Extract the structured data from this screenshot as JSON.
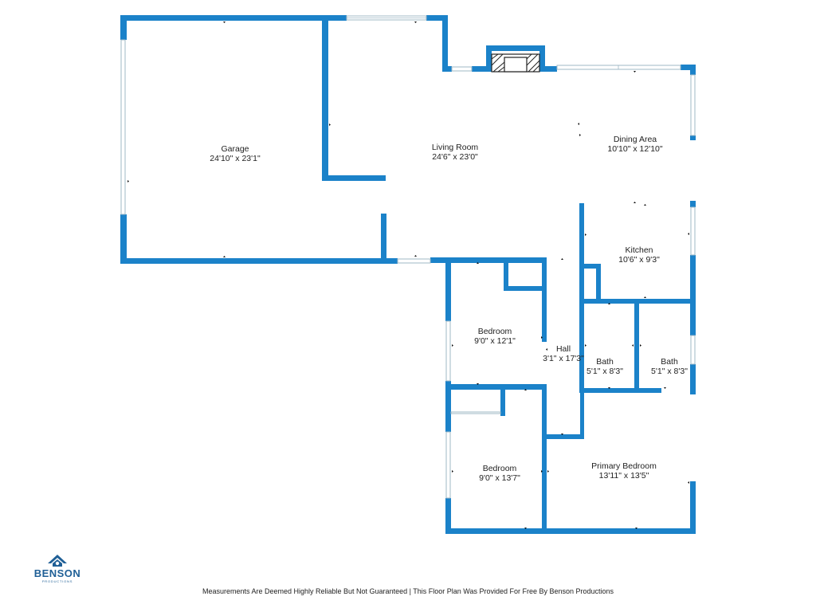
{
  "colors": {
    "wall": "#1b82c9",
    "window": "#9fb8c6",
    "text": "#222222",
    "brand": "#1f5f96"
  },
  "rooms": {
    "garage": {
      "name": "Garage",
      "dims": "24'10\" x 23'1\""
    },
    "living": {
      "name": "Living Room",
      "dims": "24'6\" x 23'0\""
    },
    "dining": {
      "name": "Dining Area",
      "dims": "10'10\" x 12'10\""
    },
    "kitchen": {
      "name": "Kitchen",
      "dims": "10'6\" x 9'3\""
    },
    "bedroom1": {
      "name": "Bedroom",
      "dims": "9'0\" x 12'1\""
    },
    "hall": {
      "name": "Hall",
      "dims": "3'1\" x 17'3\""
    },
    "bath1": {
      "name": "Bath",
      "dims": "5'1\" x 8'3\""
    },
    "bath2": {
      "name": "Bath",
      "dims": "5'1\" x 8'3\""
    },
    "bedroom2": {
      "name": "Bedroom",
      "dims": "9'0\" x 13'7\""
    },
    "primary": {
      "name": "Primary Bedroom",
      "dims": "13'11\" x 13'5\""
    }
  },
  "logo": {
    "name": "BENSON",
    "tagline": "PRODUCTIONS",
    "icon": "house-logo-icon"
  },
  "footer": "Measurements Are Deemed Highly Reliable But Not Guaranteed | This Floor Plan Was Provided For Free By Benson Productions"
}
